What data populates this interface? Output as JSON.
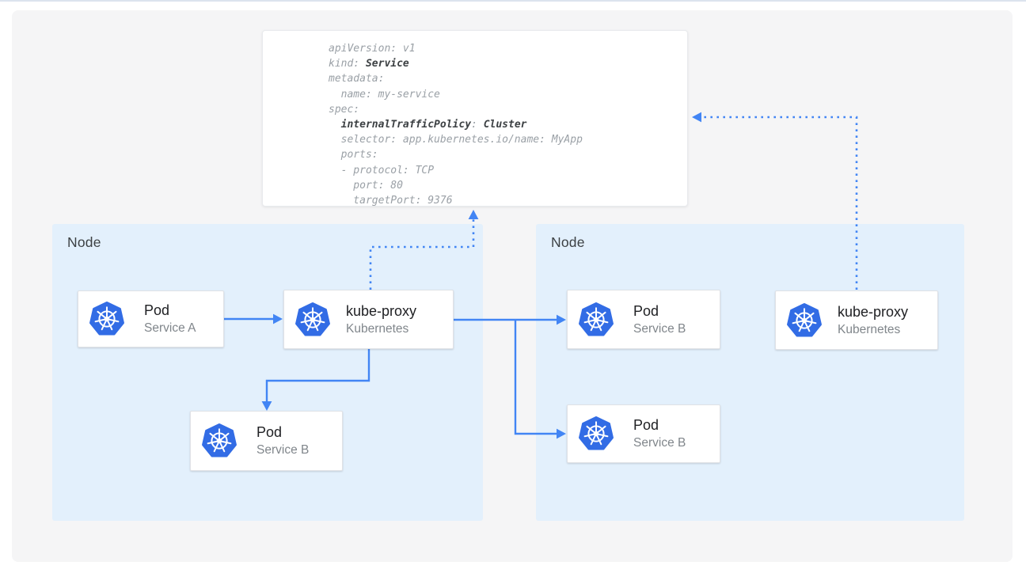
{
  "colors": {
    "k8s-blue": "#326ce5",
    "arrow-blue": "#4285f4",
    "node-bg": "#e3f0fc",
    "panel-bg": "#f5f5f6",
    "topline": "#dce3ee",
    "title-color": "#202124",
    "subtitle-color": "#80868b",
    "code-normal": "#9aa0a6",
    "code-bold": "#3c4043",
    "node-label": "#3c4043"
  },
  "code_panel": {
    "lines": [
      {
        "segments": [
          {
            "text": "apiVersion: v1",
            "bold": false
          }
        ]
      },
      {
        "segments": [
          {
            "text": "kind: ",
            "bold": false
          },
          {
            "text": "Service",
            "bold": true
          }
        ]
      },
      {
        "segments": [
          {
            "text": "metadata:",
            "bold": false
          }
        ]
      },
      {
        "segments": [
          {
            "text": "  name: my-service",
            "bold": false
          }
        ]
      },
      {
        "segments": [
          {
            "text": "spec:",
            "bold": false
          }
        ]
      },
      {
        "segments": [
          {
            "text": "  ",
            "bold": false
          },
          {
            "text": "internalTrafficPolicy",
            "bold": true
          },
          {
            "text": ": ",
            "bold": false
          },
          {
            "text": "Cluster",
            "bold": true
          }
        ]
      },
      {
        "segments": [
          {
            "text": "  selector: app.kubernetes.io/name: MyApp",
            "bold": false
          }
        ]
      },
      {
        "segments": [
          {
            "text": "  ports:",
            "bold": false
          }
        ]
      },
      {
        "segments": [
          {
            "text": "  - protocol: TCP",
            "bold": false
          }
        ]
      },
      {
        "segments": [
          {
            "text": "    port: 80",
            "bold": false
          }
        ]
      },
      {
        "segments": [
          {
            "text": "    targetPort: 9376",
            "bold": false
          }
        ]
      }
    ]
  },
  "nodes": [
    {
      "label": "Node",
      "pods": [
        {
          "title": "Pod",
          "subtitle": "Service A",
          "icon": "kubernetes-icon"
        },
        {
          "title": "kube-proxy",
          "subtitle": "Kubernetes",
          "icon": "kubernetes-icon"
        },
        {
          "title": "Pod",
          "subtitle": "Service B",
          "icon": "kubernetes-icon"
        }
      ]
    },
    {
      "label": "Node",
      "pods": [
        {
          "title": "Pod",
          "subtitle": "Service B",
          "icon": "kubernetes-icon"
        },
        {
          "title": "Pod",
          "subtitle": "Service B",
          "icon": "kubernetes-icon"
        },
        {
          "title": "kube-proxy",
          "subtitle": "Kubernetes",
          "icon": "kubernetes-icon"
        }
      ]
    }
  ]
}
